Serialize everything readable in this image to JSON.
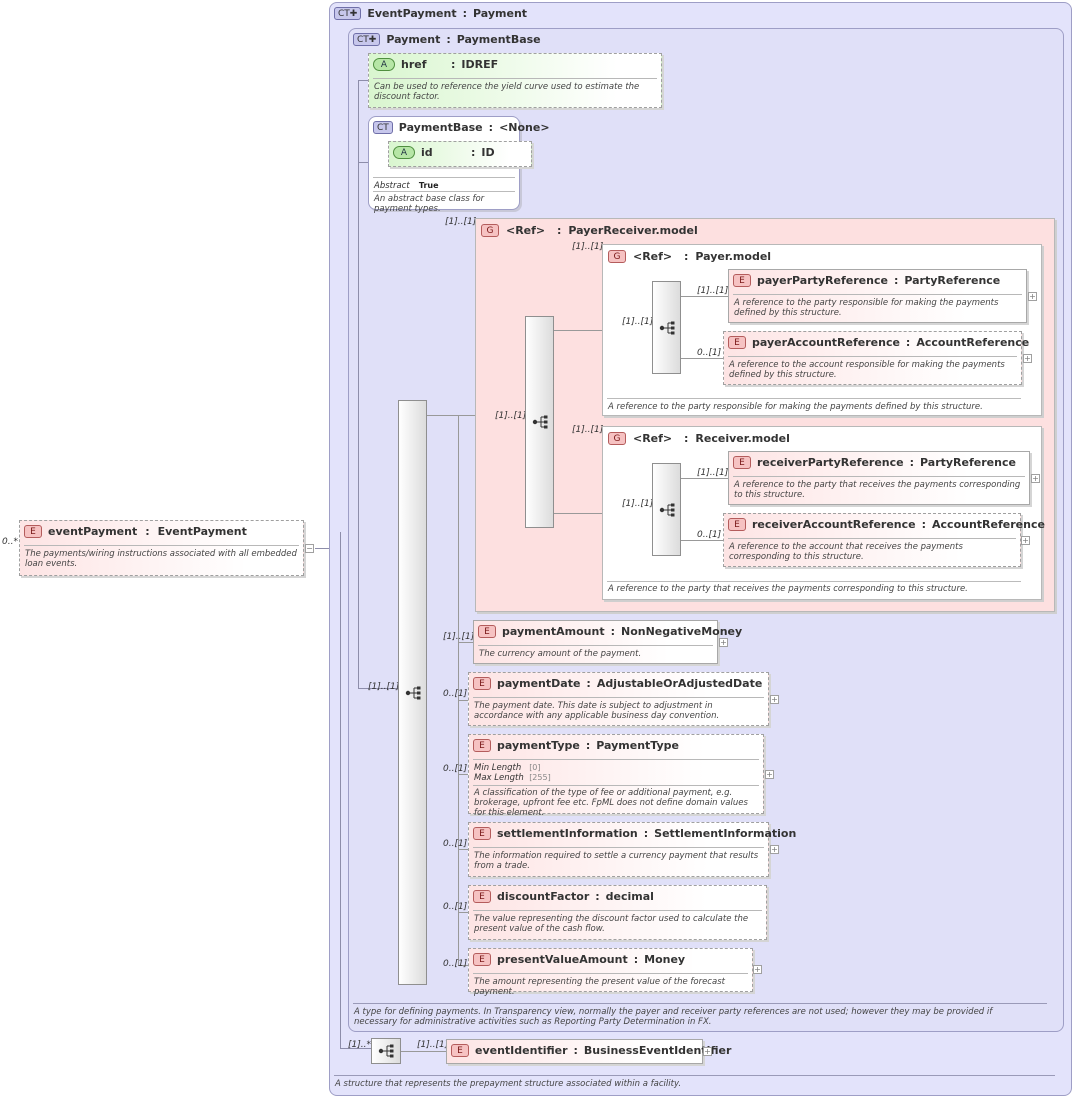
{
  "root": {
    "multiplicity": "0..*",
    "name": "eventPayment",
    "type": "EventPayment",
    "doc": "The payments/wiring instructions associated with all embedded loan events."
  },
  "event_payment_ct": {
    "badge": "CT",
    "name": "EventPayment",
    "base": "Payment",
    "doc": "A structure that represents the prepayment structure associated within a facility."
  },
  "payment_ct": {
    "badge": "CT",
    "name": "Payment",
    "base": "PaymentBase",
    "doc": "A type for defining payments. In Transparency view, normally the payer and receiver party references are not used; however they may be provided if necessary for administrative activities such as Reporting Party Determination in FX."
  },
  "href_attr": {
    "badge": "A",
    "name": "href",
    "type": "IDREF",
    "doc": "Can be used to reference the yield curve used to estimate the discount factor."
  },
  "payment_base_ct": {
    "badge": "CT",
    "name": "PaymentBase",
    "base": "<None>",
    "id_badge": "A",
    "id_name": "id",
    "id_type": "ID",
    "abstract_label": "Abstract",
    "abstract_value": "True",
    "doc": "An abstract base class for payment types."
  },
  "separator": ":",
  "payer_receiver_group": {
    "badge": "G",
    "ref": "<Ref>",
    "name": "PayerReceiver.model",
    "multiplicity": "[1]..[1]",
    "seq_multiplicity": "[1]..[1]"
  },
  "payer_group": {
    "badge": "G",
    "ref": "<Ref>",
    "name": "Payer.model",
    "multiplicity": "[1]..[1]",
    "seq_multiplicity": "[1]..[1]",
    "doc": "A reference to the party responsible for making the payments defined by this structure.",
    "items": [
      {
        "badge": "E",
        "multiplicity": "[1]..[1]",
        "name": "payerPartyReference",
        "type": "PartyReference",
        "doc": "A reference to the party responsible for making the payments defined by this structure."
      },
      {
        "badge": "E",
        "multiplicity": "0..[1]",
        "name": "payerAccountReference",
        "type": "AccountReference",
        "doc": "A reference to the account responsible for making the payments defined by this structure."
      }
    ]
  },
  "receiver_group": {
    "badge": "G",
    "ref": "<Ref>",
    "name": "Receiver.model",
    "multiplicity": "[1]..[1]",
    "seq_multiplicity": "[1]..[1]",
    "doc": "A reference to the party that receives the payments corresponding to this structure.",
    "items": [
      {
        "badge": "E",
        "multiplicity": "[1]..[1]",
        "name": "receiverPartyReference",
        "type": "PartyReference",
        "doc": "A reference to the party that receives the payments corresponding to this structure."
      },
      {
        "badge": "E",
        "multiplicity": "0..[1]",
        "name": "receiverAccountReference",
        "type": "AccountReference",
        "doc": "A reference to the account that receives the payments corresponding to this structure."
      }
    ]
  },
  "main_sequence": {
    "multiplicity": "[1]..[1]"
  },
  "payment_elements": [
    {
      "badge": "E",
      "multiplicity": "[1]..[1]",
      "name": "paymentAmount",
      "type": "NonNegativeMoney",
      "doc": "The currency amount of the payment."
    },
    {
      "badge": "E",
      "multiplicity": "0..[1]",
      "name": "paymentDate",
      "type": "AdjustableOrAdjustedDate",
      "doc": "The payment date. This date is subject to adjustment in accordance with any applicable business day convention."
    },
    {
      "badge": "E",
      "multiplicity": "0..[1]",
      "name": "paymentType",
      "type": "PaymentType",
      "min_label": "Min Length",
      "min_value": "[0]",
      "max_label": "Max Length",
      "max_value": "[255]",
      "doc": "A classification of the type of fee or additional payment, e.g. brokerage, upfront fee etc. FpML does not define domain values for this element."
    },
    {
      "badge": "E",
      "multiplicity": "0..[1]",
      "name": "settlementInformation",
      "type": "SettlementInformation",
      "doc": "The information required to settle a currency payment that results from a trade."
    },
    {
      "badge": "E",
      "multiplicity": "0..[1]",
      "name": "discountFactor",
      "type": "decimal",
      "doc": "The value representing the discount factor used to calculate the present value of the cash flow."
    },
    {
      "badge": "E",
      "multiplicity": "0..[1]",
      "name": "presentValueAmount",
      "type": "Money",
      "doc": "The amount representing the present value of the forecast payment."
    }
  ],
  "event_sequence": {
    "multiplicity": "[1]..*"
  },
  "event_identifier": {
    "badge": "E",
    "multiplicity": "[1]..[1]",
    "name": "eventIdentifier",
    "type": "BusinessEventIdentifier"
  },
  "icons": {
    "sequence": "sequence-compositor-icon",
    "expand": "expand-plus-icon",
    "collapse": "collapse-minus-icon"
  },
  "colors": {
    "complex_type_bg": "#e3e3fb",
    "group_bg": "#fde0e0",
    "element_bg": "#fde4e4",
    "attribute_bg": "#d9f6cf"
  }
}
